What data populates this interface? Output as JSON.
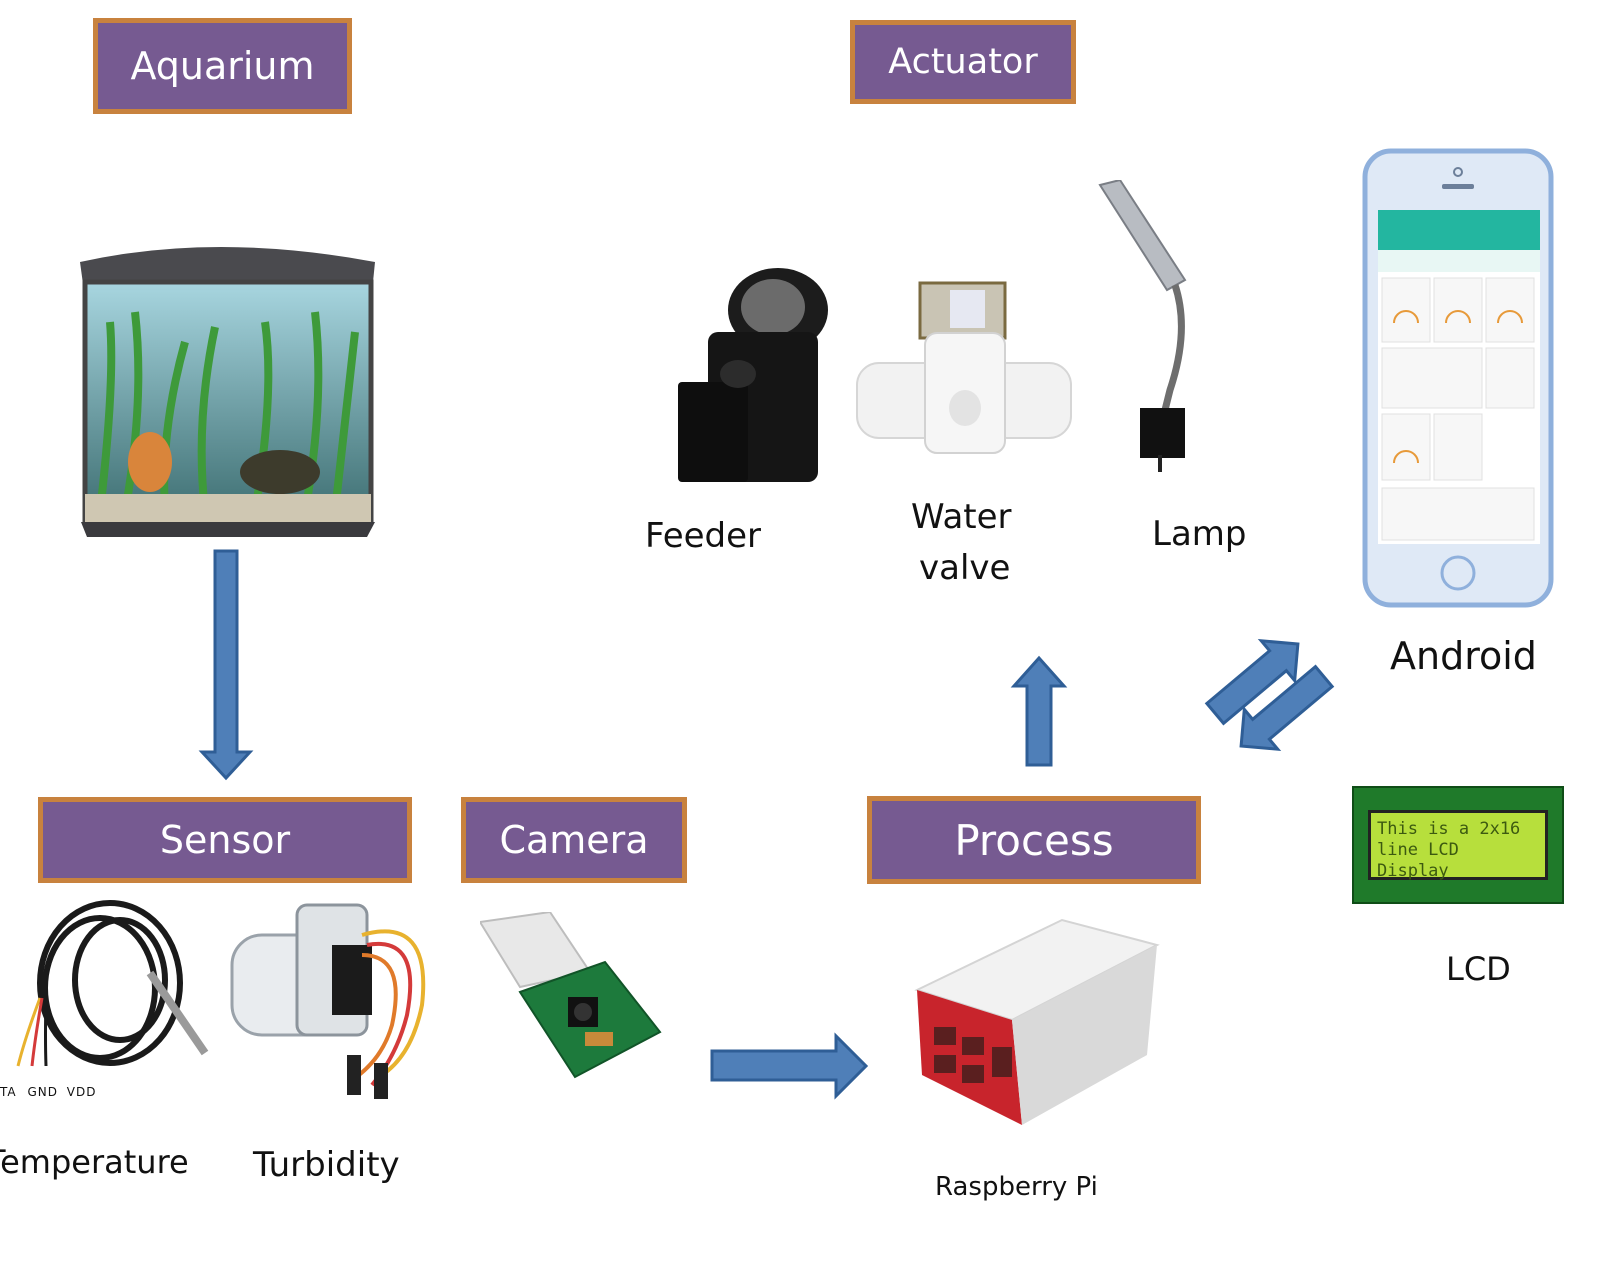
{
  "boxes": {
    "aquarium": "Aquarium",
    "actuator": "Actuator",
    "sensor": "Sensor",
    "camera": "Camera",
    "process": "Process"
  },
  "labels": {
    "feeder": "Feeder",
    "water_valve_line1": "Water",
    "water_valve_line2": "valve",
    "lamp": "Lamp",
    "android": "Android",
    "lcd": "LCD",
    "temperature": "Temperature",
    "turbidity": "Turbidity",
    "raspberry_pi": "Raspberry Pi"
  },
  "sensor_pins": {
    "pin1": "TA",
    "pin2": "GND",
    "pin3": "VDD"
  },
  "lcd_screen": {
    "line1": "This is a 2x16",
    "line2": "line LCD Display"
  },
  "colors": {
    "box_fill": "#765a91",
    "box_border": "#c8823e",
    "arrow_fill": "#4f7fb8",
    "arrow_stroke": "#2f5e96"
  },
  "icons": [
    "aquarium-image",
    "feeder-image",
    "water-valve-image",
    "lamp-image",
    "android-phone-image",
    "lcd-display-image",
    "temperature-probe-image",
    "turbidity-sensor-image",
    "camera-module-image",
    "raspberry-pi-case-image"
  ]
}
